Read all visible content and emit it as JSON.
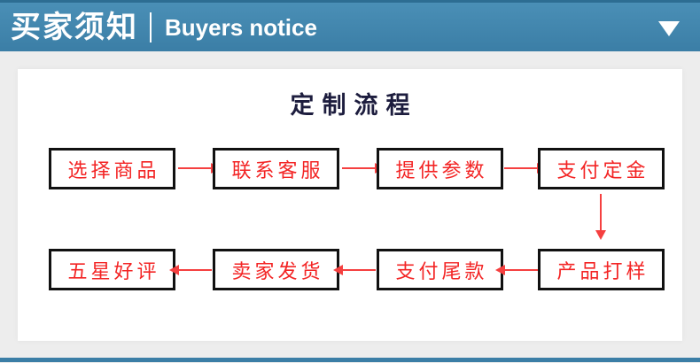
{
  "header": {
    "title_cn": "买家须知",
    "title_en": "Buyers notice"
  },
  "panel": {
    "title": "定制流程"
  },
  "flow": {
    "row1": [
      "选择商品",
      "联系客服",
      "提供参数",
      "支付定金"
    ],
    "row2": [
      "五星好评",
      "卖家发货",
      "支付尾款",
      "产品打样"
    ],
    "row1_direction": "left-to-right",
    "row2_direction": "right-to-left"
  },
  "icons": {
    "header_dropdown": "triangle-down-icon",
    "row1_connectors": "arrow-right-icon",
    "row2_connectors": "arrow-left-icon",
    "column_connector": "arrow-down-icon"
  },
  "colors": {
    "header_blue": "#3b7ea6",
    "header_blue_dark": "#2d6d92",
    "accent_red": "#f32424",
    "arrow_red": "#f54040",
    "box_border": "#111111",
    "page_background": "#ededed",
    "title_navy": "#1d1d3e",
    "text_white": "#ffffff"
  }
}
